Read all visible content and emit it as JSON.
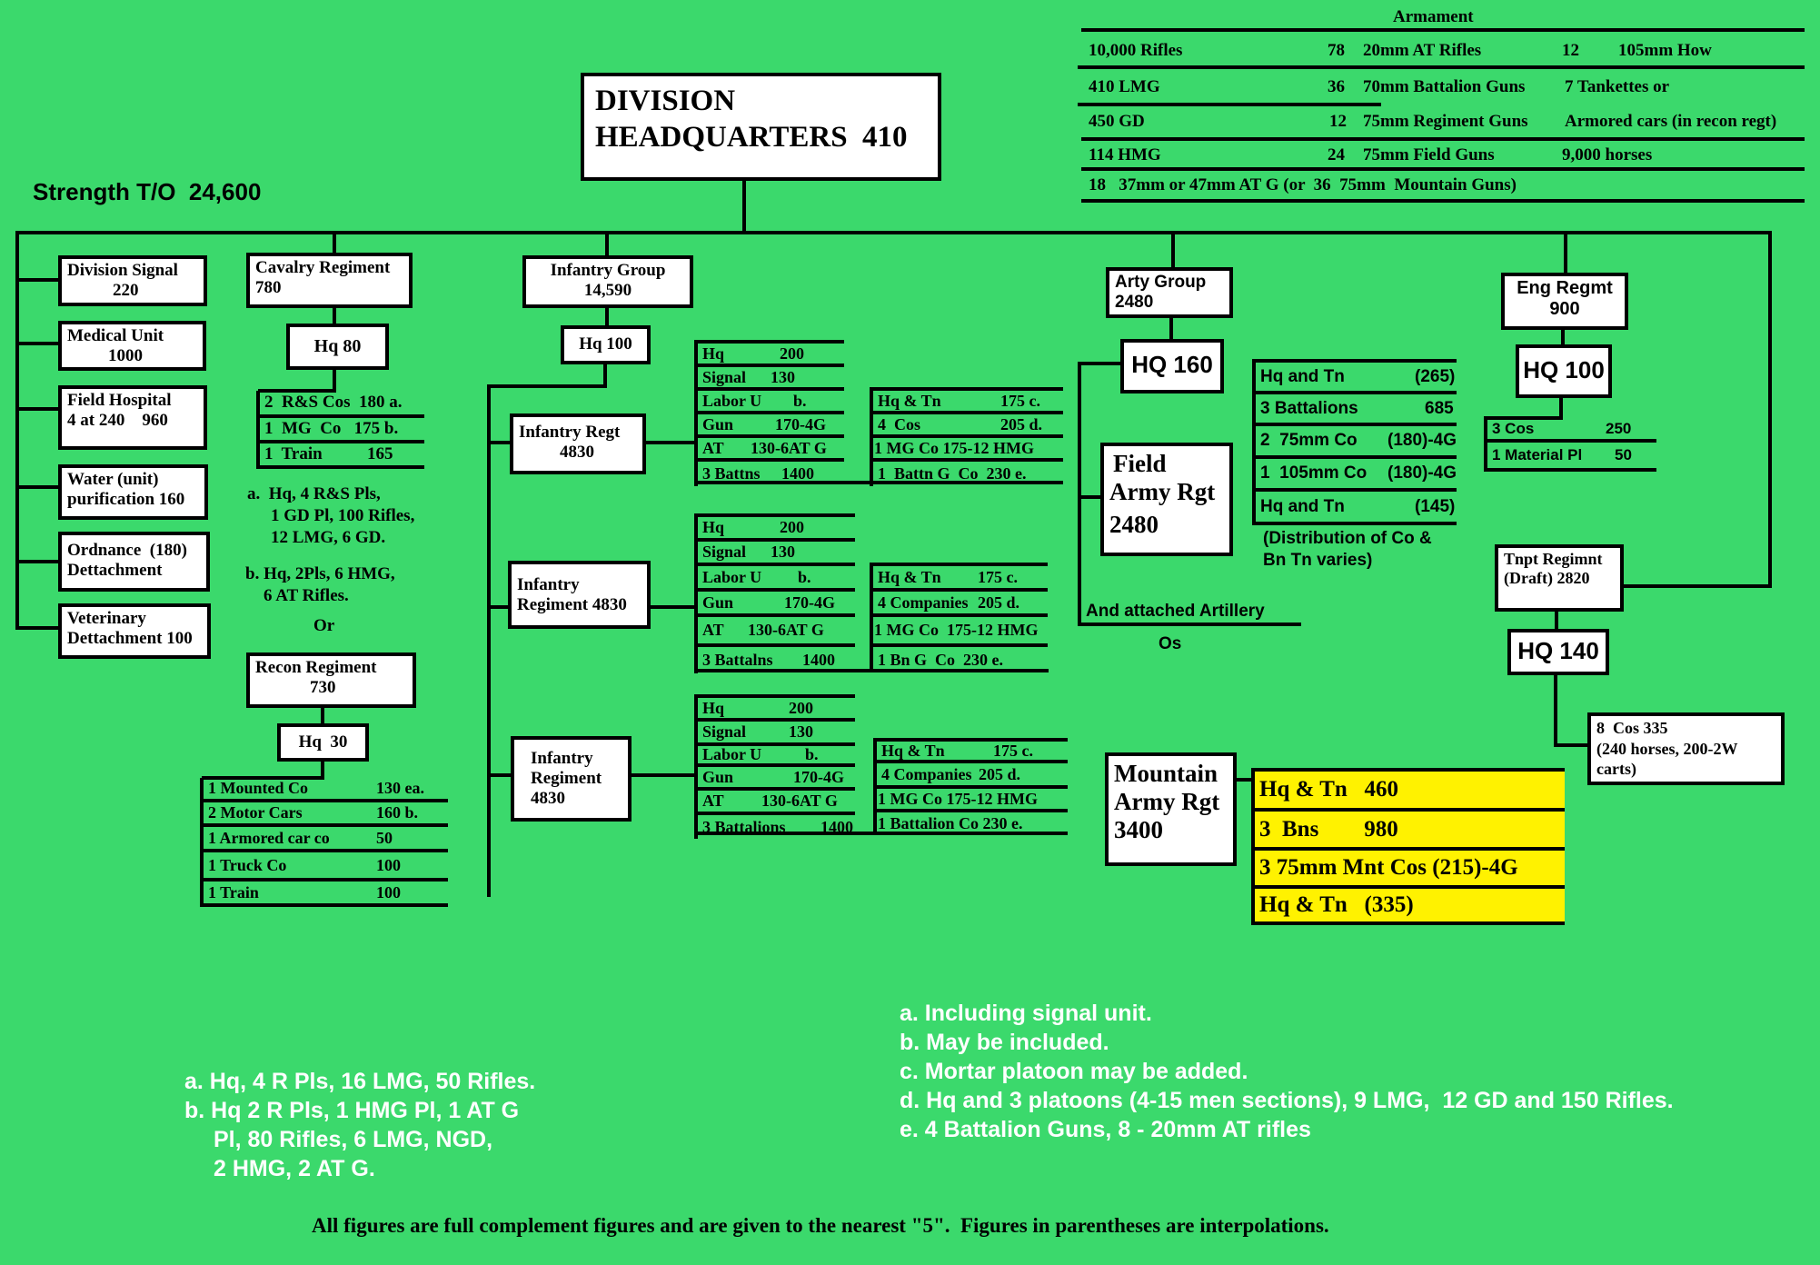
{
  "header": {
    "title_line1": "DIVISION",
    "title_line2": "HEADQUARTERS  410",
    "strength": "Strength T/O  24,600"
  },
  "armament": {
    "title": "Armament",
    "rows": [
      {
        "c1": "10,000 Rifles",
        "n2": "78",
        "c2": "20mm AT Rifles",
        "n3": "12",
        "c3": "105mm How"
      },
      {
        "c1": "410 LMG",
        "n2": "36",
        "c2": "70mm Battalion Guns",
        "n3": "",
        "c3": "7 Tankettes or"
      },
      {
        "c1": "450 GD",
        "n2": "12",
        "c2": "75mm Regiment Guns",
        "n3": "",
        "c3": "Armored cars (in recon regt)"
      },
      {
        "c1": "114 HMG",
        "n2": "24",
        "c2": "75mm Field Guns",
        "n3": "",
        "c3": "9,000 horses"
      },
      {
        "c1": "18   37mm or 47mm AT G (or  36  75mm  Mountain Guns)"
      }
    ]
  },
  "support_units": [
    {
      "l1": "Division Signal",
      "l2": "220"
    },
    {
      "l1": "Medical Unit",
      "l2": "1000"
    },
    {
      "l1": "Field Hospital",
      "l2": "4 at 240    960"
    },
    {
      "l1": "Water (unit)",
      "l2": "purification 160"
    },
    {
      "l1": "Ordnance  (180)",
      "l2": "Dettachment"
    },
    {
      "l1": "Veterinary",
      "l2": "Dettachment 100"
    }
  ],
  "cavalry": {
    "l1": "Cavalry Regiment",
    "l2": "780",
    "hq": "Hq 80",
    "rows": [
      {
        "label": "2  R&S Cos  180 a.",
        "value": ""
      },
      {
        "label": "1  MG  Co   175 b.",
        "value": ""
      },
      {
        "label": "1  Train",
        "value": "165"
      }
    ],
    "note_a": [
      "a.  Hq, 4 R&S Pls,",
      "1 GD Pl, 100 Rifles,",
      "12 LMG, 6 GD."
    ],
    "note_b": [
      "b. Hq, 2Pls, 6 HMG,",
      "6 AT Rifles."
    ],
    "or": "Or"
  },
  "recon": {
    "l1": "Recon Regiment",
    "l2": "730",
    "hq": "Hq  30",
    "rows": [
      {
        "label": "1 Mounted Co",
        "value": "130 ea."
      },
      {
        "label": "2 Motor Cars",
        "value": "160 b."
      },
      {
        "label": "1 Armored car co",
        "value": "50"
      },
      {
        "label": "1 Truck Co",
        "value": "100"
      },
      {
        "label": "1 Train",
        "value": "100"
      }
    ]
  },
  "infantry_group": {
    "l1": "Infantry Group",
    "l2": "14,590",
    "hq": "Hq 100",
    "regiments": [
      {
        "l1": "Infantry Regt",
        "l2": "4830",
        "l3": "",
        "left": [
          {
            "label": "Hq",
            "value": "200"
          },
          {
            "label": "Signal",
            "value": "130"
          },
          {
            "label": "Labor U",
            "value": "b."
          },
          {
            "label": "Gun",
            "value": "170-4G"
          },
          {
            "label": "AT",
            "value": "130-6AT G"
          },
          {
            "label": "3 Battns",
            "value": "1400"
          }
        ],
        "right": [
          {
            "label": "Hq & Tn",
            "value": "175 c."
          },
          {
            "label": "4  Cos",
            "value": "205 d."
          },
          {
            "label": "1 MG Co 175-12 HMG",
            "value": ""
          },
          {
            "label": "1  Battn G  Co  230 e.",
            "value": ""
          }
        ]
      },
      {
        "l1": "Infantry",
        "l2": "Regiment 4830",
        "l3": "",
        "left": [
          {
            "label": "Hq",
            "value": "200"
          },
          {
            "label": "Signal",
            "value": "130"
          },
          {
            "label": "Labor U",
            "value": "b."
          },
          {
            "label": "Gun",
            "value": "170-4G"
          },
          {
            "label": "AT",
            "value": "130-6AT G"
          },
          {
            "label": "3 Battalns",
            "value": "1400"
          }
        ],
        "right": [
          {
            "label": "Hq & Tn",
            "value": "175 c."
          },
          {
            "label": "4 Companies",
            "value": "205 d."
          },
          {
            "label": "1 MG Co  175-12 HMG",
            "value": ""
          },
          {
            "label": "1 Bn G  Co  230 e.",
            "value": ""
          }
        ]
      },
      {
        "l1": "Infantry",
        "l2": "Regiment",
        "l3": "4830",
        "left": [
          {
            "label": "Hq",
            "value": "200"
          },
          {
            "label": "Signal",
            "value": "130"
          },
          {
            "label": "Labor U",
            "value": "b."
          },
          {
            "label": "Gun",
            "value": "170-4G"
          },
          {
            "label": "AT",
            "value": "130-6AT G"
          },
          {
            "label": "3 Battalions",
            "value": "1400"
          }
        ],
        "right": [
          {
            "label": "Hq & Tn",
            "value": "175 c."
          },
          {
            "label": "4 Companies",
            "value": "205 d."
          },
          {
            "label": "1 MG Co 175-12 HMG",
            "value": ""
          },
          {
            "label": "1 Battalion Co 230 e.",
            "value": ""
          }
        ]
      }
    ]
  },
  "artillery": {
    "l1": "Arty Group",
    "l2": "2480",
    "hq": "HQ 160",
    "field": {
      "l1": "Field",
      "l2": "Army Rgt",
      "l3": "2480"
    },
    "rows": [
      {
        "label": "Hq and Tn",
        "value": "(265)"
      },
      {
        "label": "3 Battalions",
        "value": "685"
      },
      {
        "label": "2  75mm Co",
        "value": "(180)-4G"
      },
      {
        "label": "1  105mm Co",
        "value": "(180)-4G"
      },
      {
        "label": "Hq and Tn",
        "value": "(145)"
      }
    ],
    "note": [
      "(Distribution of Co &",
      "Bn Tn varies)"
    ],
    "attached": "And attached Artillery",
    "os": "Os",
    "mountain": {
      "l1": "Mountain",
      "l2": "Army Rgt",
      "l3": "3400",
      "rows": [
        {
          "label": "Hq & Tn   460"
        },
        {
          "label": "3  Bns        980"
        },
        {
          "label": "3 75mm Mnt Cos (215)-4G"
        },
        {
          "label": "Hq & Tn   (335)"
        }
      ]
    }
  },
  "engineer": {
    "l1": "Eng Regmt",
    "l2": "900",
    "hq": "HQ 100",
    "rows": [
      {
        "label": "3 Cos",
        "value": "250"
      },
      {
        "label": "1 Material Pl",
        "value": "50"
      }
    ]
  },
  "transport": {
    "l1": "Tnpt Regimnt",
    "l2": "(Draft) 2820",
    "hq": "HQ 140",
    "cos": [
      "8  Cos 335",
      "(240 horses, 200-2W",
      "carts)"
    ]
  },
  "footnotes_left": [
    "a. Hq, 4 R Pls, 16 LMG, 50 Rifles.",
    "b. Hq 2 R Pls, 1 HMG Pl, 1 AT G",
    "Pl, 80 Rifles, 6 LMG, NGD,",
    "2 HMG, 2 AT G."
  ],
  "footnotes_right": [
    "a. Including signal unit.",
    "b. May be included.",
    "c. Mortar platoon may be added.",
    "d. Hq and 3 platoons (4-15 men sections), 9 LMG,  12 GD and 150 Rifles.",
    "e. 4 Battalion Guns, 8 - 20mm AT rifles"
  ],
  "footer": "All figures are full complement figures and are given to the nearest \"5\".  Figures in parentheses are interpolations.",
  "colors": {
    "background": "#3bd96c",
    "highlight": "#fff200"
  }
}
